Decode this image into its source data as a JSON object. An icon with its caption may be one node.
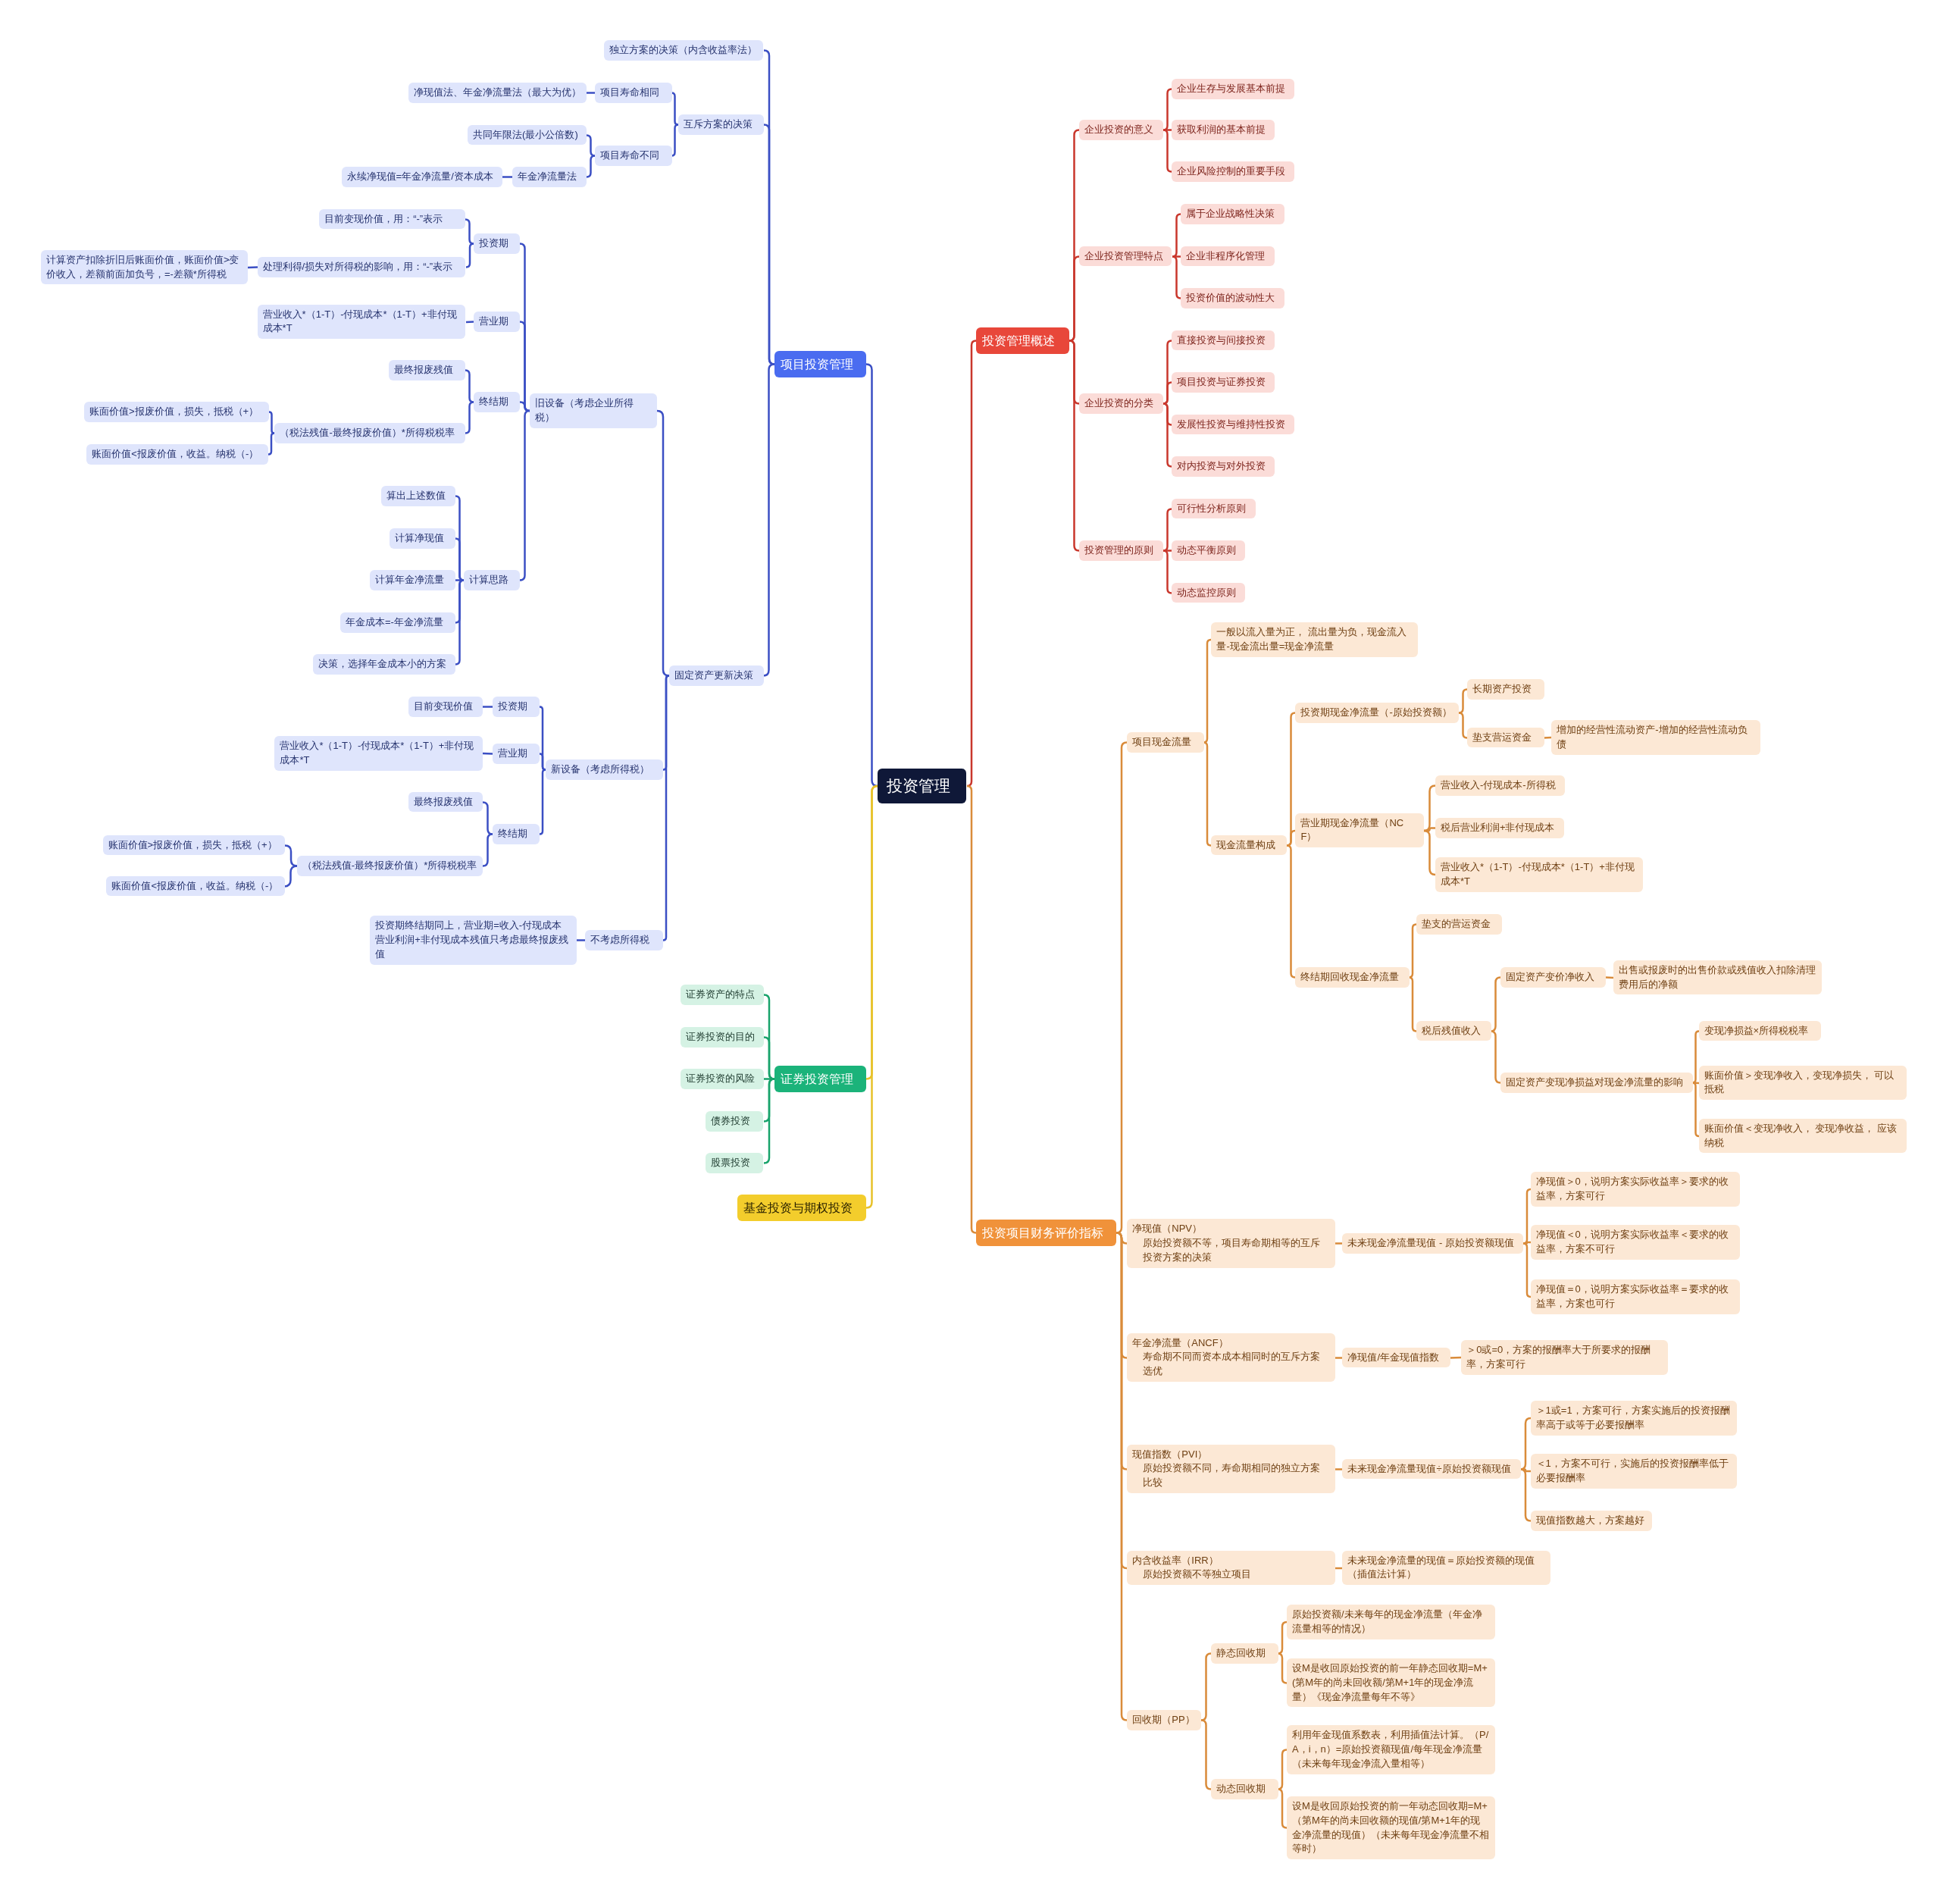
{
  "diagram": {
    "nodes": [
      {
        "text": [
          "投资管理"
        ]
      },
      {
        "text": [
          "项目投资管理"
        ]
      },
      {
        "text": [
          "独立方案的决策（内含收益率法）"
        ]
      },
      {
        "text": [
          "互斥方案的决策"
        ]
      },
      {
        "text": [
          "项目寿命相同"
        ]
      },
      {
        "text": [
          "净现值法、年金净流量法（最大为优）"
        ]
      },
      {
        "text": [
          "项目寿命不同"
        ]
      },
      {
        "text": [
          "共同年限法(最小公倍数)"
        ]
      },
      {
        "text": [
          "年金净流量法"
        ]
      },
      {
        "text": [
          "永续净现值=年金净流量/资本成本"
        ]
      },
      {
        "text": [
          "固定资产更新决策"
        ]
      },
      {
        "text": [
          "旧设备（考虑企业所得税）"
        ]
      },
      {
        "text": [
          "投资期"
        ]
      },
      {
        "text": [
          "目前变现价值，用：“-”表示"
        ]
      },
      {
        "text": [
          "处理利得/损失对所得税的影响，用：“-”表示"
        ]
      },
      {
        "text": [
          "计算资产扣除折旧后账面价值，账面价值>变价收入，差额前面加负号，=-差额*所得税"
        ]
      },
      {
        "text": [
          "营业期"
        ]
      },
      {
        "text": [
          "营业收入*（1-T）-付现成本*（1-T）+非付现成本*T"
        ]
      },
      {
        "text": [
          "终结期"
        ]
      },
      {
        "text": [
          "最终报废残值"
        ]
      },
      {
        "text": [
          "（税法残值-最终报废价值）*所得税税率"
        ]
      },
      {
        "text": [
          "账面价值>报废价值，损失，抵税（+）"
        ]
      },
      {
        "text": [
          "账面价值<报废价值，收益。纳税（-）"
        ]
      },
      {
        "text": [
          "计算思路"
        ]
      },
      {
        "text": [
          "算出上述数值"
        ]
      },
      {
        "text": [
          "计算净现值"
        ]
      },
      {
        "text": [
          "计算年金净流量"
        ]
      },
      {
        "text": [
          "年金成本=-年金净流量"
        ]
      },
      {
        "text": [
          "决策，选择年金成本小的方案"
        ]
      },
      {
        "text": [
          "新设备（考虑所得税）"
        ]
      },
      {
        "text": [
          "投资期"
        ]
      },
      {
        "text": [
          "目前变现价值"
        ]
      },
      {
        "text": [
          "营业期"
        ]
      },
      {
        "text": [
          "营业收入*（1-T）-付现成本*（1-T）+非付现成本*T"
        ]
      },
      {
        "text": [
          "终结期"
        ]
      },
      {
        "text": [
          "最终报废残值"
        ]
      },
      {
        "text": [
          "（税法残值-最终报废价值）*所得税税率"
        ]
      },
      {
        "text": [
          "账面价值>报废价值，损失，抵税（+）"
        ]
      },
      {
        "text": [
          "账面价值<报废价值，收益。纳税（-）"
        ]
      },
      {
        "text": [
          "不考虑所得税"
        ]
      },
      {
        "text": [
          "投资期终结期同上，营业期=收入-付现成本营业利润+非付现成本残值只考虑最终报废残值"
        ]
      },
      {
        "text": [
          "证券投资管理"
        ]
      },
      {
        "text": [
          "证券资产的特点"
        ]
      },
      {
        "text": [
          "证券投资的目的"
        ]
      },
      {
        "text": [
          "证券投资的风险"
        ]
      },
      {
        "text": [
          "债券投资"
        ]
      },
      {
        "text": [
          "股票投资"
        ]
      },
      {
        "text": [
          "基金投资与期权投资"
        ]
      },
      {
        "text": [
          "投资管理概述"
        ]
      },
      {
        "text": [
          "企业投资的意义"
        ]
      },
      {
        "text": [
          "企业生存与发展基本前提"
        ]
      },
      {
        "text": [
          "获取利润的基本前提"
        ]
      },
      {
        "text": [
          "企业风险控制的重要手段"
        ]
      },
      {
        "text": [
          "企业投资管理特点"
        ]
      },
      {
        "text": [
          "属于企业战略性决策"
        ]
      },
      {
        "text": [
          "企业非程序化管理"
        ]
      },
      {
        "text": [
          "投资价值的波动性大"
        ]
      },
      {
        "text": [
          "企业投资的分类"
        ]
      },
      {
        "text": [
          "直接投资与间接投资"
        ]
      },
      {
        "text": [
          "项目投资与证券投资"
        ]
      },
      {
        "text": [
          "发展性投资与维持性投资"
        ]
      },
      {
        "text": [
          "对内投资与对外投资"
        ]
      },
      {
        "text": [
          "投资管理的原则"
        ]
      },
      {
        "text": [
          "可行性分析原则"
        ]
      },
      {
        "text": [
          "动态平衡原则"
        ]
      },
      {
        "text": [
          "动态监控原则"
        ]
      },
      {
        "text": [
          "投资项目财务评价指标"
        ]
      },
      {
        "text": [
          "项目现金流量"
        ]
      },
      {
        "text": [
          "一般以流入量为正， 流出量为负，现金流入量-现金流出量=现金净流量"
        ]
      },
      {
        "text": [
          "现金流量构成"
        ]
      },
      {
        "text": [
          "投资期现金净流量（-原始投资额）"
        ]
      },
      {
        "text": [
          "长期资产投资"
        ]
      },
      {
        "text": [
          "垫支营运资金"
        ]
      },
      {
        "text": [
          "增加的经营性流动资产-增加的经营性流动负债"
        ]
      },
      {
        "text": [
          "营业期现金净流量（NCF）"
        ]
      },
      {
        "text": [
          "营业收入-付现成本-所得税"
        ]
      },
      {
        "text": [
          "税后营业利润+非付现成本"
        ]
      },
      {
        "text": [
          "营业收入*（1-T）-付现成本*（1-T）+非付现成本*T"
        ]
      },
      {
        "text": [
          "终结期回收现金净流量"
        ]
      },
      {
        "text": [
          "垫支的营运资金"
        ]
      },
      {
        "text": [
          "税后残值收入"
        ]
      },
      {
        "text": [
          "固定资产变价净收入"
        ]
      },
      {
        "text": [
          "出售或报废时的出售价款或残值收入扣除清理费用后的净额"
        ]
      },
      {
        "text": [
          "固定资产变现净损益对现金净流量的影响"
        ]
      },
      {
        "text": [
          "变现净损益×所得税税率"
        ]
      },
      {
        "text": [
          "账面价值＞变现净收入，变现净损失， 可以抵税"
        ]
      },
      {
        "text": [
          "账面价值＜变现净收入， 变现净收益， 应该纳税"
        ]
      },
      {
        "text": [
          "净现值（NPV）",
          "原始投资额不等，项目寿命期相等的互斥投资方案的决策"
        ]
      },
      {
        "text": [
          "未来现金净流量现值 - 原始投资额现值"
        ]
      },
      {
        "text": [
          "净现值＞0，说明方案实际收益率＞要求的收益率，方案可行"
        ]
      },
      {
        "text": [
          "净现值＜0，说明方案实际收益率＜要求的收益率，方案不可行"
        ]
      },
      {
        "text": [
          "净现值＝0，说明方案实际收益率＝要求的收益率，方案也可行"
        ]
      },
      {
        "text": [
          "年金净流量（ANCF）",
          "寿命期不同而资本成本相同时的互斥方案选优"
        ]
      },
      {
        "text": [
          "净现值/年金现值指数"
        ]
      },
      {
        "text": [
          "＞0或=0，方案的报酬率大于所要求的报酬率，方案可行"
        ]
      },
      {
        "text": [
          "现值指数（PVI）",
          "原始投资额不同，寿命期相同的独立方案比较"
        ]
      },
      {
        "text": [
          "未来现金净流量现值÷原始投资额现值"
        ]
      },
      {
        "text": [
          "＞1或=1，方案可行，方案实施后的投资报酬率高于或等于必要报酬率"
        ]
      },
      {
        "text": [
          "＜1，方案不可行，实施后的投资报酬率低于必要报酬率"
        ]
      },
      {
        "text": [
          "现值指数越大，方案越好"
        ]
      },
      {
        "text": [
          "内含收益率（IRR）",
          "原始投资额不等独立项目"
        ]
      },
      {
        "text": [
          "未来现金净流量的现值＝原始投资额的现值（插值法计算）"
        ]
      },
      {
        "text": [
          "回收期（PP）"
        ]
      },
      {
        "text": [
          "静态回收期"
        ]
      },
      {
        "text": [
          "原始投资额/未来每年的现金净流量（年金净流量相等的情况）"
        ]
      },
      {
        "text": [
          "设M是收回原始投资的前一年静态回收期=M+(第M年的尚未回收额/第M+1年的现金净流量）《现金净流量每年不等》"
        ]
      },
      {
        "text": [
          "动态回收期"
        ]
      },
      {
        "text": [
          "利用年金现值系数表，利用插值法计算。（P/A，i，n）=原始投资额现值/每年现金净流量（未来每年现金净流入量相等）"
        ]
      },
      {
        "text": [
          "设M是收回原始投资的前一年动态回收期=M+（第M年的尚未回收额的现值/第M+1年的现金净流量的现值）（未来每年现金净流量不相等时）"
        ]
      }
    ],
    "edges": [
      {
        "from": 0,
        "to": 1,
        "arrow": "none",
        "color": "#3b4fc4"
      },
      {
        "from": 1,
        "to": 2,
        "arrow": "none",
        "color": "#3b4fc4"
      },
      {
        "from": 1,
        "to": 3,
        "arrow": "none",
        "color": "#3b4fc4"
      },
      {
        "from": 3,
        "to": 4,
        "arrow": "none",
        "color": "#3b4fc4"
      },
      {
        "from": 4,
        "to": 5,
        "arrow": "none",
        "color": "#3b4fc4"
      },
      {
        "from": 3,
        "to": 6,
        "arrow": "none",
        "color": "#3b4fc4"
      },
      {
        "from": 6,
        "to": 7,
        "arrow": "none",
        "color": "#3b4fc4"
      },
      {
        "from": 6,
        "to": 8,
        "arrow": "none",
        "color": "#3b4fc4"
      },
      {
        "from": 8,
        "to": 9,
        "arrow": "none",
        "color": "#3b4fc4"
      },
      {
        "from": 1,
        "to": 10,
        "arrow": "none",
        "color": "#3b4fc4"
      },
      {
        "from": 10,
        "to": 11,
        "arrow": "none",
        "color": "#3b4fc4"
      },
      {
        "from": 11,
        "to": 12,
        "arrow": "none",
        "color": "#3b4fc4"
      },
      {
        "from": 12,
        "to": 13,
        "arrow": "none",
        "color": "#3b4fc4"
      },
      {
        "from": 12,
        "to": 14,
        "arrow": "none",
        "color": "#3b4fc4"
      },
      {
        "from": 14,
        "to": 15,
        "arrow": "none",
        "color": "#3b4fc4"
      },
      {
        "from": 11,
        "to": 16,
        "arrow": "none",
        "color": "#3b4fc4"
      },
      {
        "from": 16,
        "to": 17,
        "arrow": "none",
        "color": "#3b4fc4"
      },
      {
        "from": 11,
        "to": 18,
        "arrow": "none",
        "color": "#3b4fc4"
      },
      {
        "from": 18,
        "to": 19,
        "arrow": "none",
        "color": "#3b4fc4"
      },
      {
        "from": 18,
        "to": 20,
        "arrow": "none",
        "color": "#3b4fc4"
      },
      {
        "from": 20,
        "to": 21,
        "arrow": "none",
        "color": "#3b4fc4"
      },
      {
        "from": 20,
        "to": 22,
        "arrow": "none",
        "color": "#3b4fc4"
      },
      {
        "from": 11,
        "to": 23,
        "arrow": "none",
        "color": "#3b4fc4"
      },
      {
        "from": 23,
        "to": 24,
        "arrow": "none",
        "color": "#3b4fc4"
      },
      {
        "from": 23,
        "to": 25,
        "arrow": "none",
        "color": "#3b4fc4"
      },
      {
        "from": 23,
        "to": 26,
        "arrow": "none",
        "color": "#3b4fc4"
      },
      {
        "from": 23,
        "to": 27,
        "arrow": "none",
        "color": "#3b4fc4"
      },
      {
        "from": 23,
        "to": 28,
        "arrow": "none",
        "color": "#3b4fc4"
      },
      {
        "from": 10,
        "to": 29,
        "arrow": "none",
        "color": "#3b4fc4"
      },
      {
        "from": 29,
        "to": 30,
        "arrow": "none",
        "color": "#3b4fc4"
      },
      {
        "from": 30,
        "to": 31,
        "arrow": "none",
        "color": "#3b4fc4"
      },
      {
        "from": 29,
        "to": 32,
        "arrow": "none",
        "color": "#3b4fc4"
      },
      {
        "from": 32,
        "to": 33,
        "arrow": "none",
        "color": "#3b4fc4"
      },
      {
        "from": 29,
        "to": 34,
        "arrow": "none",
        "color": "#3b4fc4"
      },
      {
        "from": 34,
        "to": 35,
        "arrow": "none",
        "color": "#3b4fc4"
      },
      {
        "from": 34,
        "to": 36,
        "arrow": "none",
        "color": "#3b4fc4"
      },
      {
        "from": 36,
        "to": 37,
        "arrow": "none",
        "color": "#3b4fc4"
      },
      {
        "from": 36,
        "to": 38,
        "arrow": "none",
        "color": "#3b4fc4"
      },
      {
        "from": 10,
        "to": 39,
        "arrow": "none",
        "color": "#3b4fc4"
      },
      {
        "from": 39,
        "to": 40,
        "arrow": "none",
        "color": "#3b4fc4"
      },
      {
        "from": 0,
        "to": 41,
        "arrow": "none",
        "color": "#e8c22a"
      },
      {
        "from": 41,
        "to": 42,
        "arrow": "none",
        "color": "#18a36b"
      },
      {
        "from": 41,
        "to": 43,
        "arrow": "none",
        "color": "#18a36b"
      },
      {
        "from": 41,
        "to": 44,
        "arrow": "none",
        "color": "#18a36b"
      },
      {
        "from": 41,
        "to": 45,
        "arrow": "none",
        "color": "#18a36b"
      },
      {
        "from": 41,
        "to": 46,
        "arrow": "none",
        "color": "#18a36b"
      },
      {
        "from": 0,
        "to": 47,
        "arrow": "none",
        "color": "#e8c22a"
      },
      {
        "from": 0,
        "to": 48,
        "arrow": "none",
        "color": "#c9372c"
      },
      {
        "from": 48,
        "to": 49,
        "arrow": "none",
        "color": "#c9372c"
      },
      {
        "from": 49,
        "to": 50,
        "arrow": "none",
        "color": "#c9372c"
      },
      {
        "from": 49,
        "to": 51,
        "arrow": "none",
        "color": "#c9372c"
      },
      {
        "from": 49,
        "to": 52,
        "arrow": "none",
        "color": "#c9372c"
      },
      {
        "from": 48,
        "to": 53,
        "arrow": "none",
        "color": "#c9372c"
      },
      {
        "from": 53,
        "to": 54,
        "arrow": "none",
        "color": "#c9372c"
      },
      {
        "from": 53,
        "to": 55,
        "arrow": "none",
        "color": "#c9372c"
      },
      {
        "from": 53,
        "to": 56,
        "arrow": "none",
        "color": "#c9372c"
      },
      {
        "from": 48,
        "to": 57,
        "arrow": "none",
        "color": "#c9372c"
      },
      {
        "from": 57,
        "to": 58,
        "arrow": "none",
        "color": "#c9372c"
      },
      {
        "from": 57,
        "to": 59,
        "arrow": "none",
        "color": "#c9372c"
      },
      {
        "from": 57,
        "to": 60,
        "arrow": "none",
        "color": "#c9372c"
      },
      {
        "from": 57,
        "to": 61,
        "arrow": "none",
        "color": "#c9372c"
      },
      {
        "from": 48,
        "to": 62,
        "arrow": "none",
        "color": "#c9372c"
      },
      {
        "from": 62,
        "to": 63,
        "arrow": "none",
        "color": "#c9372c"
      },
      {
        "from": 62,
        "to": 64,
        "arrow": "none",
        "color": "#c9372c"
      },
      {
        "from": 62,
        "to": 65,
        "arrow": "none",
        "color": "#c9372c"
      },
      {
        "from": 0,
        "to": 66,
        "arrow": "none",
        "color": "#d98b3a"
      },
      {
        "from": 66,
        "to": 67,
        "arrow": "none",
        "color": "#d98b3a"
      },
      {
        "from": 67,
        "to": 68,
        "arrow": "none",
        "color": "#d98b3a"
      },
      {
        "from": 67,
        "to": 69,
        "arrow": "none",
        "color": "#d98b3a"
      },
      {
        "from": 69,
        "to": 70,
        "arrow": "none",
        "color": "#d98b3a"
      },
      {
        "from": 70,
        "to": 71,
        "arrow": "none",
        "color": "#d98b3a"
      },
      {
        "from": 70,
        "to": 72,
        "arrow": "none",
        "color": "#d98b3a"
      },
      {
        "from": 72,
        "to": 73,
        "arrow": "none",
        "color": "#d98b3a"
      },
      {
        "from": 69,
        "to": 74,
        "arrow": "none",
        "color": "#d98b3a"
      },
      {
        "from": 74,
        "to": 75,
        "arrow": "none",
        "color": "#d98b3a"
      },
      {
        "from": 74,
        "to": 76,
        "arrow": "none",
        "color": "#d98b3a"
      },
      {
        "from": 74,
        "to": 77,
        "arrow": "none",
        "color": "#d98b3a"
      },
      {
        "from": 69,
        "to": 78,
        "arrow": "none",
        "color": "#d98b3a"
      },
      {
        "from": 78,
        "to": 79,
        "arrow": "none",
        "color": "#d98b3a"
      },
      {
        "from": 78,
        "to": 80,
        "arrow": "none",
        "color": "#d98b3a"
      },
      {
        "from": 80,
        "to": 81,
        "arrow": "none",
        "color": "#d98b3a"
      },
      {
        "from": 81,
        "to": 82,
        "arrow": "none",
        "color": "#d98b3a"
      },
      {
        "from": 80,
        "to": 83,
        "arrow": "none",
        "color": "#d98b3a"
      },
      {
        "from": 83,
        "to": 84,
        "arrow": "none",
        "color": "#d98b3a"
      },
      {
        "from": 83,
        "to": 85,
        "arrow": "none",
        "color": "#d98b3a"
      },
      {
        "from": 83,
        "to": 86,
        "arrow": "none",
        "color": "#d98b3a"
      },
      {
        "from": 66,
        "to": 87,
        "arrow": "none",
        "color": "#d98b3a"
      },
      {
        "from": 87,
        "to": 88,
        "arrow": "none",
        "color": "#d98b3a"
      },
      {
        "from": 88,
        "to": 89,
        "arrow": "none",
        "color": "#d98b3a"
      },
      {
        "from": 88,
        "to": 90,
        "arrow": "none",
        "color": "#d98b3a"
      },
      {
        "from": 88,
        "to": 91,
        "arrow": "none",
        "color": "#d98b3a"
      },
      {
        "from": 66,
        "to": 92,
        "arrow": "none",
        "color": "#d98b3a"
      },
      {
        "from": 92,
        "to": 93,
        "arrow": "none",
        "color": "#d98b3a"
      },
      {
        "from": 93,
        "to": 94,
        "arrow": "none",
        "color": "#d98b3a"
      },
      {
        "from": 66,
        "to": 95,
        "arrow": "none",
        "color": "#d98b3a"
      },
      {
        "from": 95,
        "to": 96,
        "arrow": "none",
        "color": "#d98b3a"
      },
      {
        "from": 96,
        "to": 97,
        "arrow": "none",
        "color": "#d98b3a"
      },
      {
        "from": 96,
        "to": 98,
        "arrow": "none",
        "color": "#d98b3a"
      },
      {
        "from": 96,
        "to": 99,
        "arrow": "none",
        "color": "#d98b3a"
      },
      {
        "from": 66,
        "to": 100,
        "arrow": "none",
        "color": "#d98b3a"
      },
      {
        "from": 100,
        "to": 101,
        "arrow": "none",
        "color": "#d98b3a"
      },
      {
        "from": 66,
        "to": 102,
        "arrow": "none",
        "color": "#d98b3a"
      },
      {
        "from": 102,
        "to": 103,
        "arrow": "none",
        "color": "#d98b3a"
      },
      {
        "from": 103,
        "to": 104,
        "arrow": "none",
        "color": "#d98b3a"
      },
      {
        "from": 103,
        "to": 105,
        "arrow": "none",
        "color": "#d98b3a"
      },
      {
        "from": 102,
        "to": 106,
        "arrow": "none",
        "color": "#d98b3a"
      },
      {
        "from": 106,
        "to": 107,
        "arrow": "none",
        "color": "#d98b3a"
      },
      {
        "from": 106,
        "to": 108,
        "arrow": "none",
        "color": "#d98b3a"
      }
    ]
  }
}
